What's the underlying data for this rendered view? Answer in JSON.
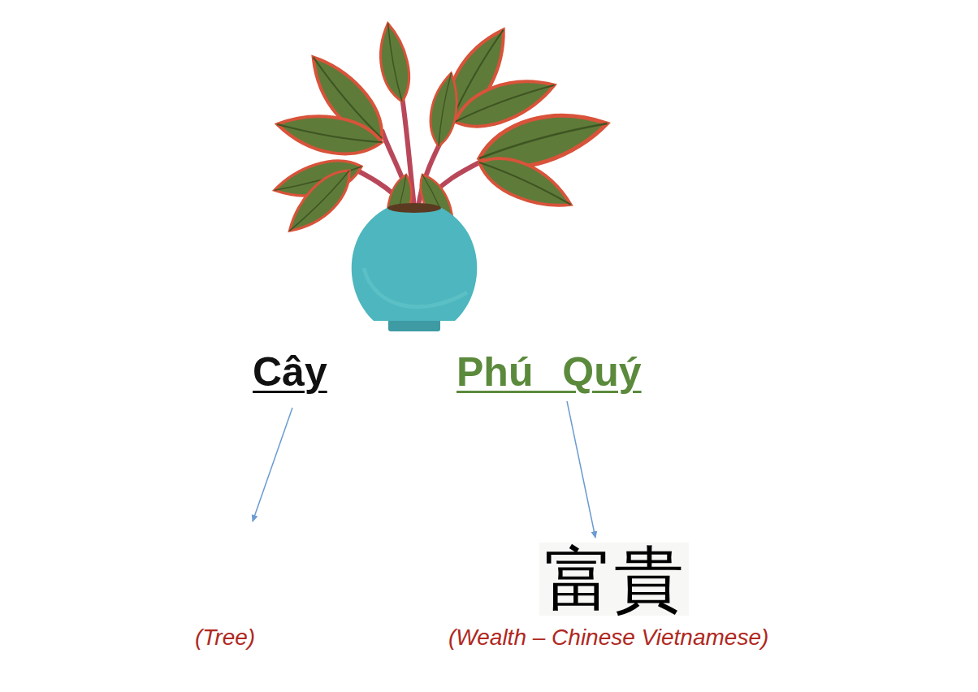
{
  "diagram": {
    "labels": [
      "Cây",
      "Phú Quý",
      "富貴",
      "(Tree)",
      "(Wealth – Chinese Vietnamese)"
    ]
  }
}
